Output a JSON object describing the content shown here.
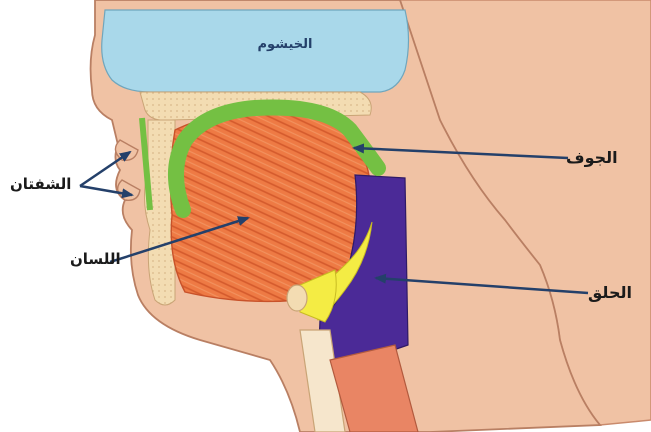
{
  "labels": {
    "nasal_cavity": "الخيشوم",
    "jawf": "الجوف",
    "lips": "الشفتان",
    "tongue": "اللسان",
    "throat": "الحلق"
  },
  "colors": {
    "nasal_cavity": "#a9d8ea",
    "skin": "#f0c2a4",
    "skin_edge": "#c98a6c",
    "tongue": "#ee7a44",
    "tongue_stripe": "#c8522a",
    "jawf_path": "#74c043",
    "throat": "#4b2a97",
    "yellow_region": "#f4ec44",
    "bone": "#f3dcb2",
    "arrow": "#24406a"
  }
}
